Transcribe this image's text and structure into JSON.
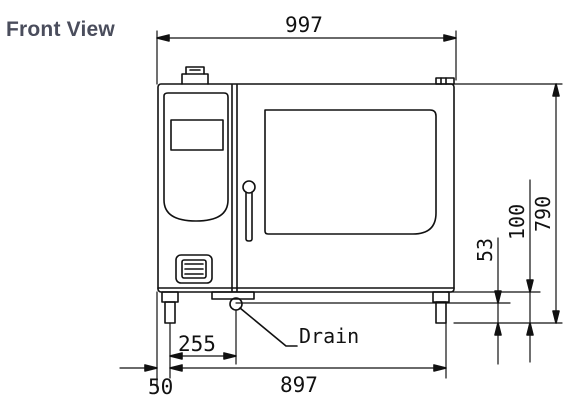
{
  "title": "Front View",
  "dimensions": {
    "overall_width": "997",
    "overall_height": "790",
    "leg_height": "100",
    "drain_height": "53",
    "drain_offset": "255",
    "side_offset": "50",
    "base_width": "897"
  },
  "labels": {
    "drain": "Drain"
  },
  "colors": {
    "line": "#111111",
    "title": "#4a4d5c"
  }
}
